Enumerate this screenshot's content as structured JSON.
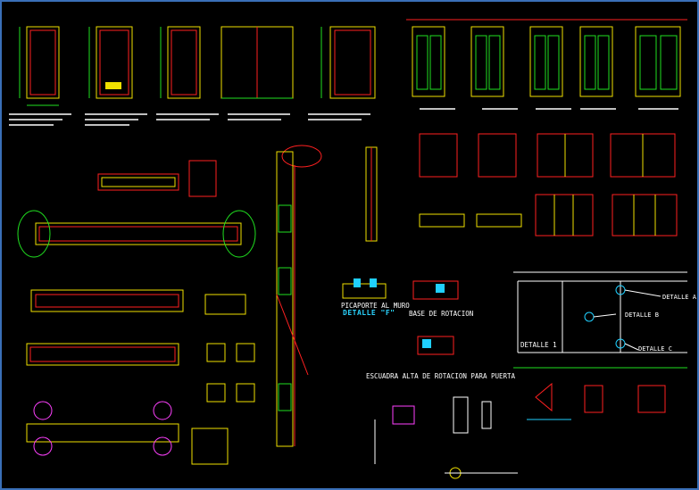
{
  "drawing": {
    "labels": {
      "picaporte": "PICAPORTE AL MURO",
      "detalle_cyan": "DETALLE \"F\"",
      "base_rotacion": "BASE DE ROTACION",
      "escuadra": "ESCUADRA ALTA DE ROTACION PARA PUERTA",
      "detalle_1": "DETALLE 1",
      "detalle_a": "DETALLE A",
      "detalle_b": "DETALLE B",
      "detalle_c": "DETALLE C"
    }
  },
  "colors": {
    "background": "#000000",
    "frame": "#3a6fb8",
    "yellow": "#f0e000",
    "red": "#ff2020",
    "green": "#20e020",
    "cyan": "#20d0ff",
    "white": "#ffffff",
    "magenta": "#ff40ff"
  }
}
